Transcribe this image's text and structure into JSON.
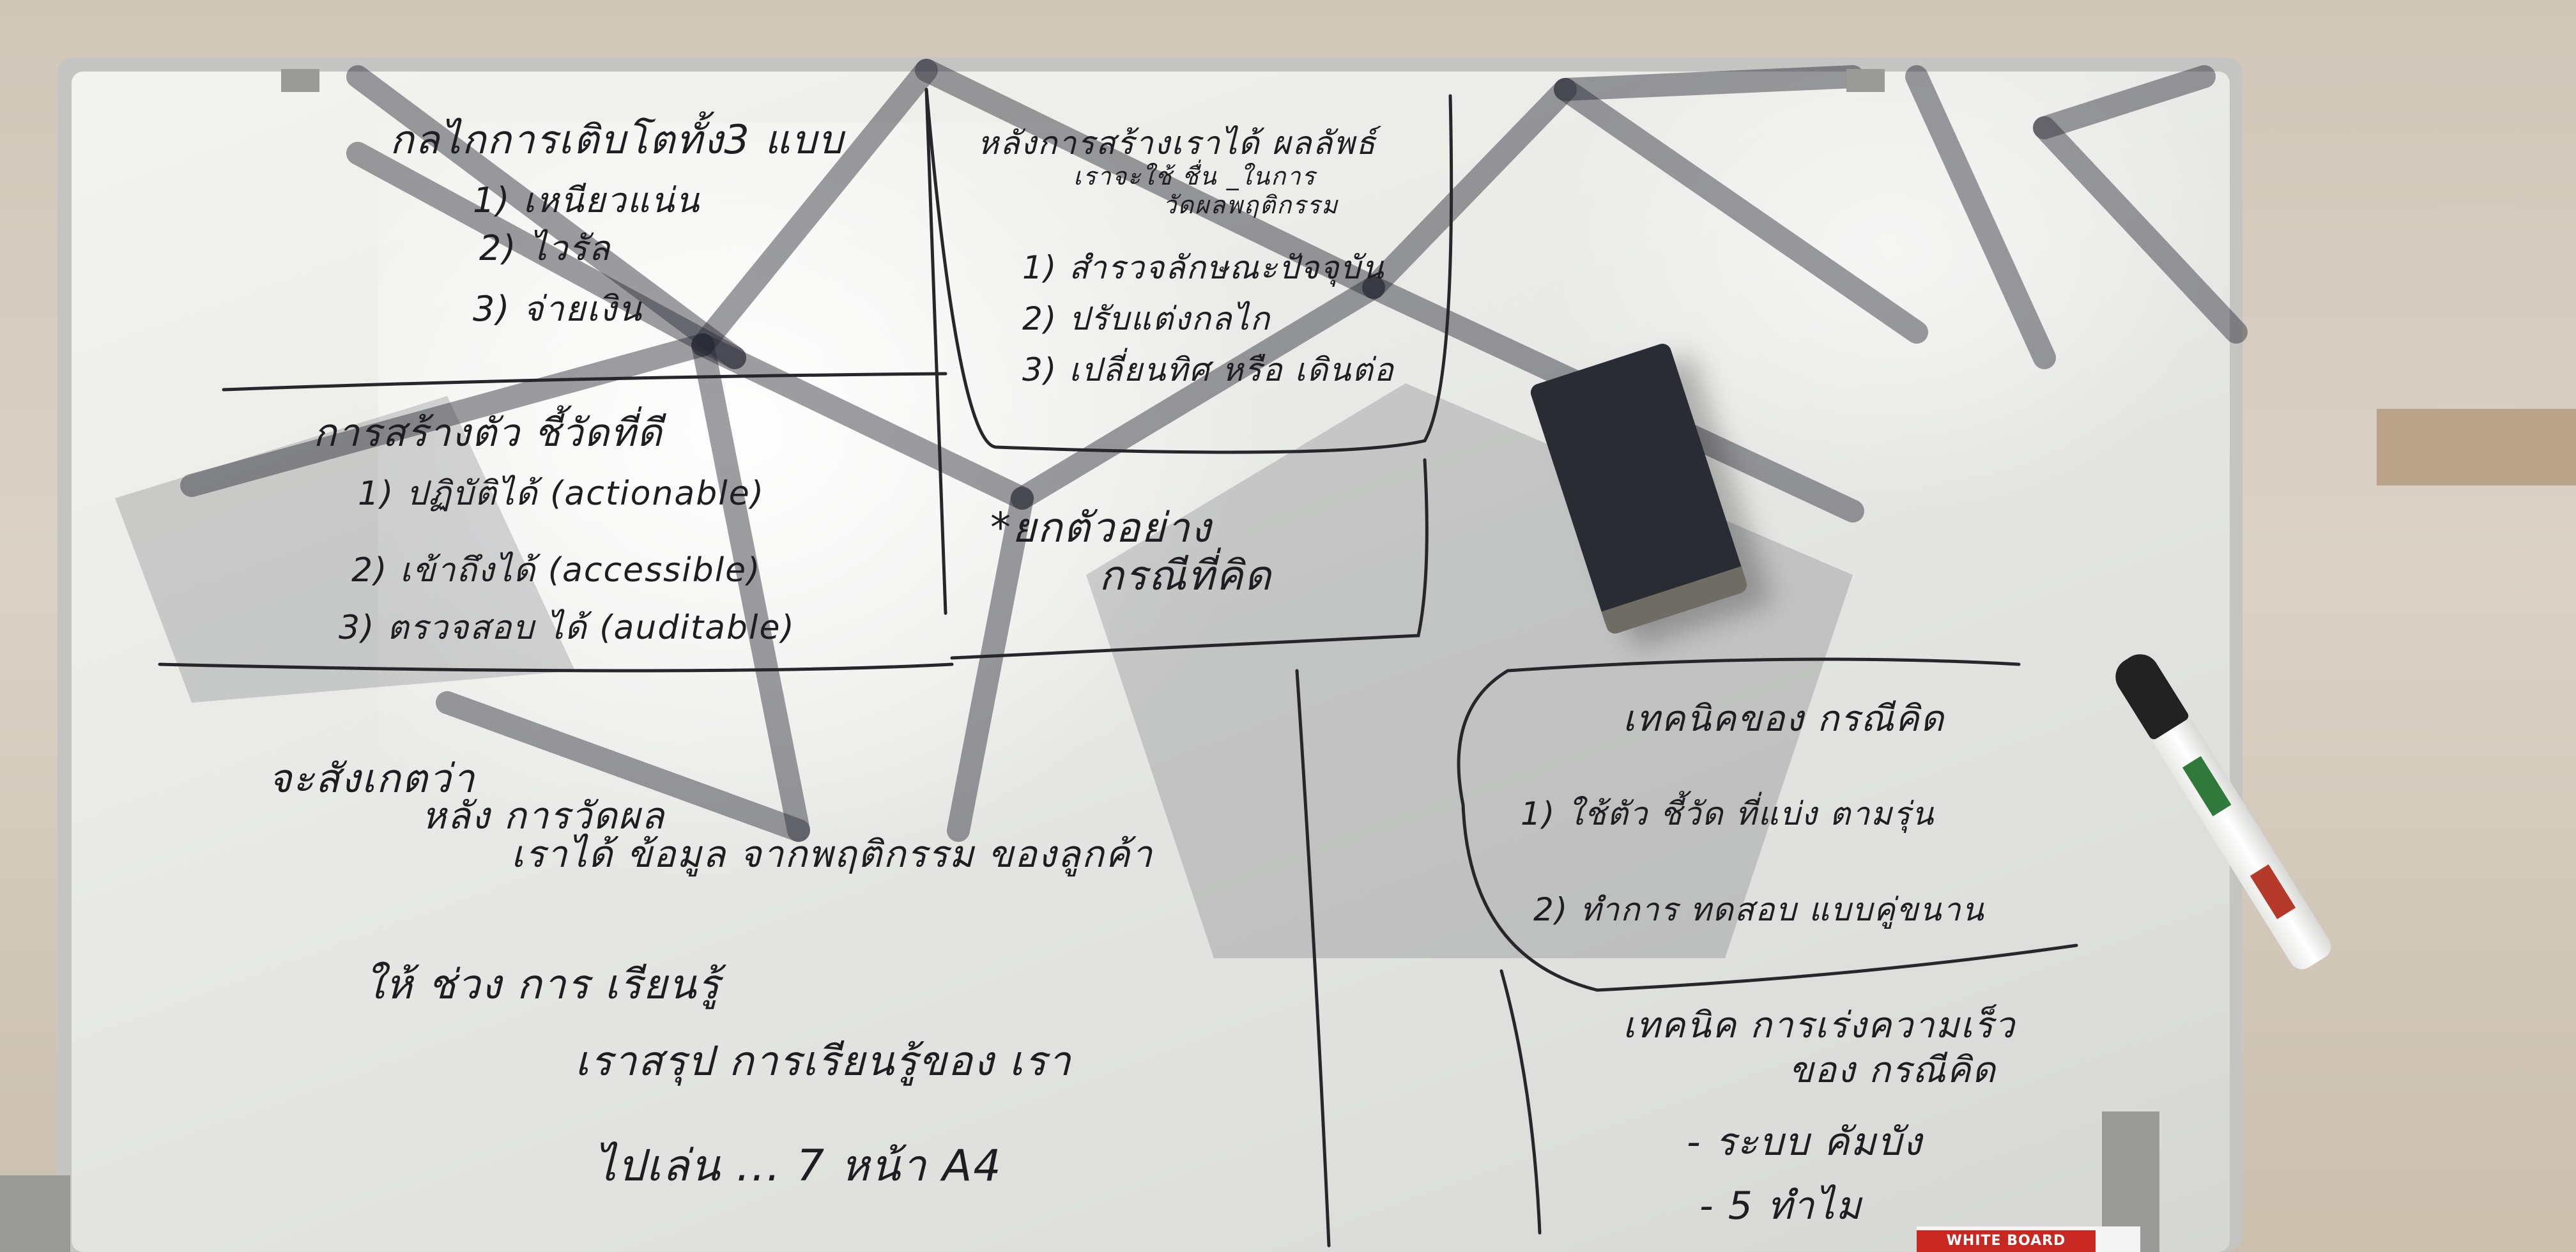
{
  "scene": {
    "subject": "",
    "colors": {
      "ink": "#1e1e22",
      "board": "#eceeeb",
      "frame": "#c4c4c2",
      "eraser": "#2a2c33",
      "label": "#c8281f"
    }
  },
  "sections": {
    "top_left": {
      "heading": "กลไกการเติบโตทั้ง3 แบบ",
      "items": [
        "1) เหนียวแน่น",
        "2) ไวรัล",
        "3) จ่ายเงิน"
      ]
    },
    "top_middle": {
      "heading": "หลังการสร้างเราได้ ผลลัพธ์",
      "subheading": "เราจะใช้ ชื่น _ในการ",
      "subheading2": "วัดผลพฤติกรรม",
      "items": [
        "1) สำรวจลักษณะปัจจุบัน",
        "2) ปรับแต่งกลไก",
        "3) เปลี่ยนทิศ หรือ เดินต่อ"
      ]
    },
    "middle_left": {
      "heading": "การสร้างตัว ชี้วัดที่ดี",
      "items": [
        "1) ปฏิบัติได้ (actionable)",
        "2) เข้าถึงได้ (accessible)",
        "3) ตรวจสอบ ได้ (auditable)"
      ]
    },
    "middle_center": {
      "line1": "*ยกตัวอย่าง",
      "line2": "กรณีที่คิด"
    },
    "bottom_left": {
      "lines": [
        "จะสังเกตว่า",
        "หลัง การวัดผล",
        "เราได้ ข้อมูล จากพฤติกรรม ของลูกค้า",
        "ให้ ช่วง การ เรียนรู้",
        "เราสรุป การเรียนรู้ของ เรา",
        "ไปเล่น ... 7 หน้า A4"
      ]
    },
    "right_upper": {
      "heading": "เทคนิคของ กรณีคิด",
      "items": [
        "1) ใช้ตัว ชี้วัด ที่แบ่ง ตามรุ่น",
        "2) ทำการ ทดสอบ แบบคู่ขนาน"
      ]
    },
    "right_lower": {
      "heading": "เทคนิค การเร่งความเร็ว",
      "subheading": "ของ กรณีคิด",
      "items": [
        "- ระบบ คัมบัง",
        "- 5 ทำไม"
      ]
    }
  },
  "board_label": "WHITE BOARD"
}
